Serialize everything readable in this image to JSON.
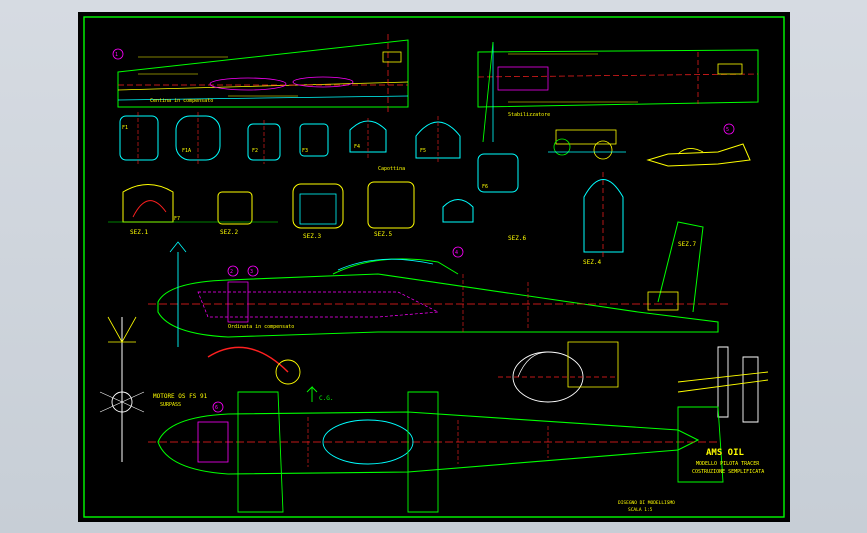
{
  "viewer": {
    "background": "#cdd3db",
    "canvas_background": "#000000"
  },
  "drawing": {
    "title": "AMS OIL",
    "subtitle1": "MODELLO PILOTA TRACER",
    "subtitle2": "COSTRUZIONE SEMPLIFICATA",
    "section_labels": [
      "SEZ.1",
      "SEZ.2",
      "SEZ.3",
      "SEZ.4",
      "SEZ.5",
      "SEZ.6",
      "SEZ.7"
    ],
    "engine_note": "MOTORE OS FS 91",
    "engine_sub": "SURPASS",
    "cg_label": "C.G.",
    "frame_labels": [
      "F1",
      "F1A",
      "F2",
      "F3",
      "F4",
      "F5",
      "F6",
      "F7"
    ],
    "circled_numbers": [
      "1",
      "2",
      "3",
      "4",
      "5",
      "6"
    ],
    "note_wing_top": "Centina in compensato",
    "note_fuselage": "Ordinata in compensato",
    "note_tail": "Stabilizzatore",
    "note_canopy": "Capottina",
    "footer_line1": "DISEGNO DI MODELLISMO",
    "footer_line2": "SCALA 1:5",
    "colors": {
      "green": "#00ff00",
      "yellow": "#ffff00",
      "cyan": "#00ffff",
      "magenta": "#ff00ff",
      "red": "#ff2020",
      "white": "#ffffff"
    }
  }
}
